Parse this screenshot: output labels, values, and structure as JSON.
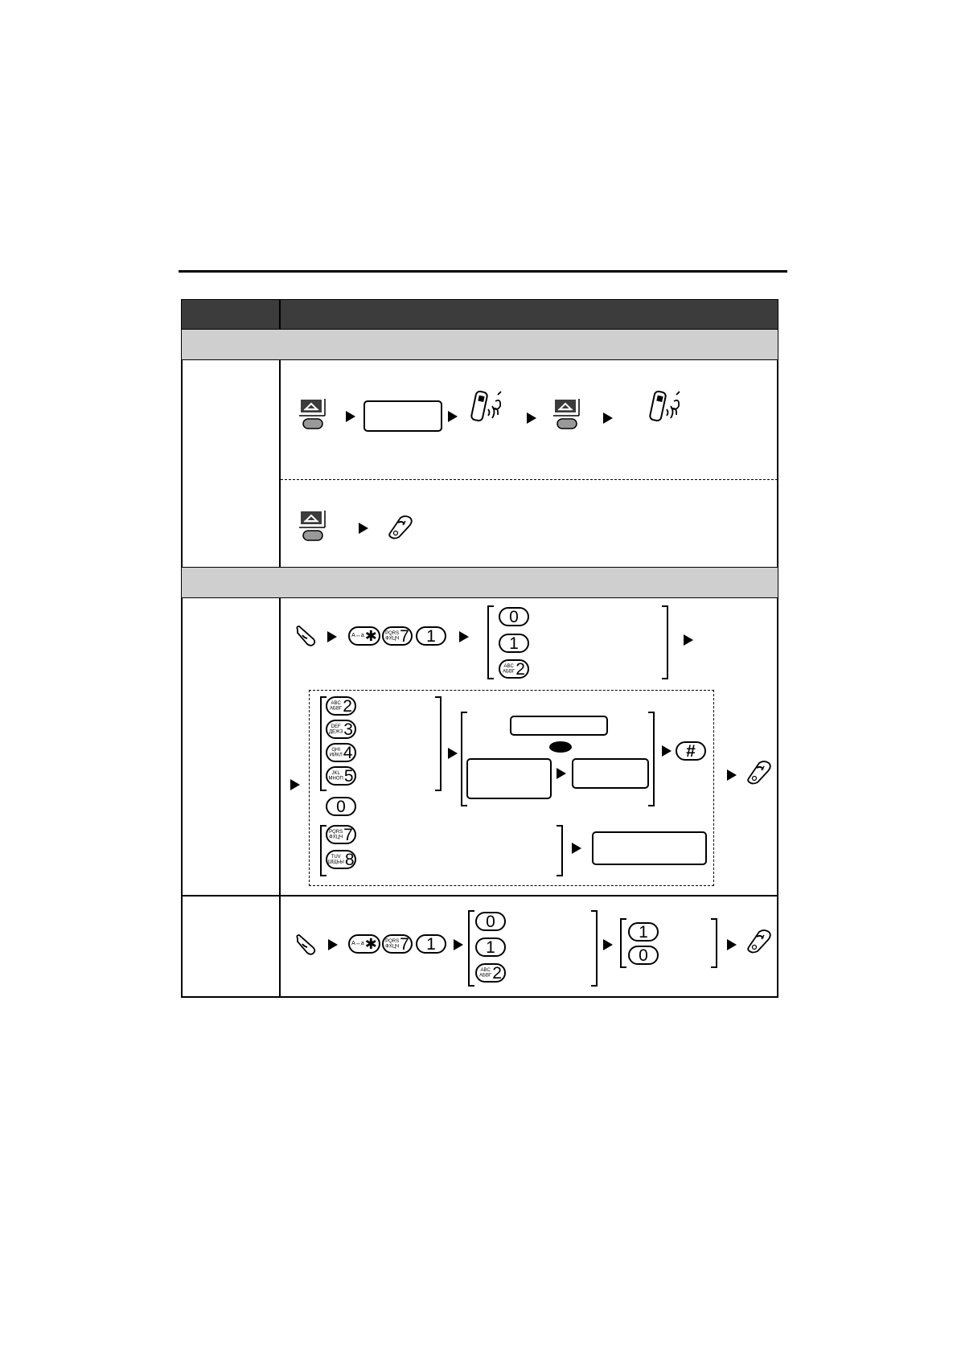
{
  "page": {
    "width": 1190,
    "height": 1684
  },
  "colors": {
    "header": "#3c3c3c",
    "section": "#cfcfcf",
    "line": "#000000"
  },
  "table": {
    "header_cols": [
      "",
      ""
    ],
    "sections": [
      {
        "title": ""
      },
      {
        "title": ""
      }
    ]
  },
  "icons": {
    "program_button": "program-button-icon",
    "handset_voice": "handset-voice-icon",
    "end_key": "end-key-icon",
    "talk_key": "talk-key-icon",
    "step_arrow": "step-arrow-icon"
  },
  "keys": {
    "star": {
      "small": "A↔a",
      "big": "✱"
    },
    "seven": {
      "small": "PQRS\nФХЦЧ",
      "big": "7"
    },
    "one": {
      "small": "",
      "big": "1"
    },
    "zero": {
      "small": "",
      "big": "0"
    },
    "two": {
      "small": "ABC\nАБВГ",
      "big": "2"
    },
    "three": {
      "small": "DEF\nДЕЖЗ",
      "big": "3"
    },
    "four": {
      "small": "GHI\nИЙКЛ",
      "big": "4"
    },
    "five": {
      "small": "JKL\nМНОП",
      "big": "5"
    },
    "eight": {
      "small": "TUV\nШЩЬЫ",
      "big": "8"
    },
    "hash": {
      "small": "",
      "big": "#"
    }
  }
}
